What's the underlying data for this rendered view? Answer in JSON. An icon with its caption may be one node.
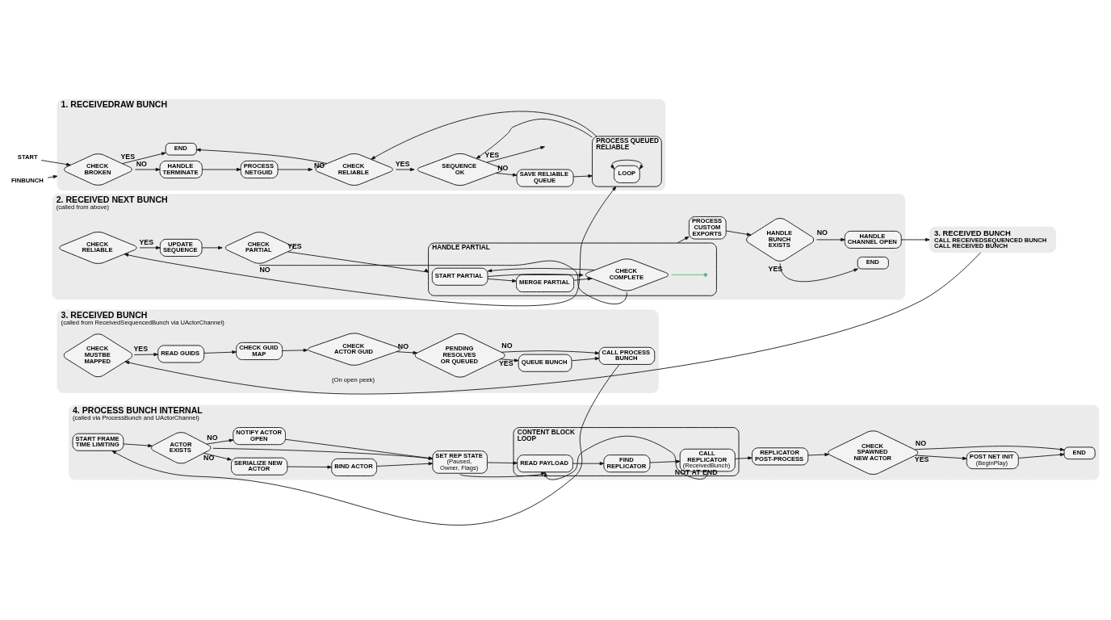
{
  "diagram": {
    "nodes": [
      {
        "text": [
          "START"
        ]
      },
      {
        "text": [
          "1. RECEIVEDRAW BUNCH"
        ]
      },
      {
        "text": [
          "FINBUNCH"
        ]
      },
      {
        "text": [
          "CHECK BROKEN"
        ],
        "in": 1
      },
      {
        "text": [
          "HANDLE TERMINATE"
        ],
        "in": 1
      },
      {
        "text": [
          "PROCESS NETGUID"
        ],
        "in": 1
      },
      {
        "text": [
          "CHECK RELIABLE"
        ],
        "in": 1
      },
      {
        "text": [
          "SEQUENCE OK"
        ],
        "in": 1
      },
      {
        "text": [
          "SAVE RELIABLE QUEUE"
        ],
        "in": 1
      },
      {
        "text": [
          "PROCESS QUEUED RELIABLE"
        ],
        "in": 1
      },
      {
        "text": [
          "LOOP"
        ],
        "in": 9
      },
      {
        "text": [
          "END"
        ],
        "in": 1
      },
      {
        "text": [
          "2. RECEIVED NEXT BUNCH",
          "(called from above)"
        ]
      },
      {
        "text": [
          "CHECK RELIABLE"
        ],
        "in": 12
      },
      {
        "text": [
          "UPDATE SEQUENCE"
        ],
        "in": 12
      },
      {
        "text": [
          "CHECK PARTIAL"
        ],
        "in": 12
      },
      {
        "text": [
          "HANDLE PARTIAL"
        ],
        "in": 12
      },
      {
        "text": [
          "START PARTIAL"
        ],
        "in": 16
      },
      {
        "text": [
          "MERGE PARTIAL"
        ],
        "in": 16
      },
      {
        "text": [
          "CHECK COMPLETE"
        ],
        "in": 16
      },
      {
        "text": [
          "PROCESS CUSTOM EXPORTS"
        ],
        "in": 12
      },
      {
        "text": [
          "HANDLE BUNCH EXISTS"
        ],
        "in": 12
      },
      {
        "text": [
          "END"
        ],
        "in": 12
      },
      {
        "text": [
          "HANDLE CHANNEL OPEN"
        ],
        "in": 12
      },
      {
        "text": [
          "3. RECEIVED BUNCH",
          "CALL RECEIVEDSEQUENCED BUNCH",
          "CALL RECEIVED BUNCH"
        ]
      },
      {
        "text": [
          "3. RECEIVED BUNCH",
          "(called from ReceivedSequencedBunch via UActorChannel)"
        ]
      },
      {
        "text": [
          "CHECK MUSTBE MAPPED"
        ],
        "in": 25
      },
      {
        "text": [
          "READ GUIDS"
        ],
        "in": 25
      },
      {
        "text": [
          "CHECK GUID MAP"
        ],
        "in": 25
      },
      {
        "text": [
          "CHECK ACTOR GUID"
        ],
        "in": 25,
        "beside": [
          "(On open peek)"
        ]
      },
      {
        "text": [
          "PENDING RESOLVES OR QUEUED"
        ],
        "in": 25
      },
      {
        "text": [
          "QUEUE BUNCH"
        ],
        "in": 25
      },
      {
        "text": [
          "CALL PROCESS BUNCH"
        ],
        "in": 25
      },
      {
        "text": [
          "4. PROCESS BUNCH INTERNAL",
          "(called via ProcessBunch and UActorChannel)"
        ]
      },
      {
        "text": [
          "START FRAME TIME LIMITING"
        ],
        "in": 33
      },
      {
        "text": [
          "ACTOR EXISTS"
        ],
        "in": 33
      },
      {
        "text": [
          "SERIALIZE NEW ACTOR"
        ],
        "in": 33
      },
      {
        "text": [
          "BIND ACTOR"
        ],
        "in": 33
      },
      {
        "text": [
          "NOTIFY ACTOR OPEN"
        ],
        "in": 33
      },
      {
        "text": [
          "SET REP STATE",
          "(Paused, Owner, Flags)"
        ],
        "in": 33
      },
      {
        "text": [
          "CONTENT BLOCK LOOP"
        ],
        "in": 33
      },
      {
        "text": [
          "READ PAYLOAD"
        ],
        "in": 40
      },
      {
        "text": [
          "FIND REPLICATOR"
        ],
        "in": 40
      },
      {
        "text": [
          "CALL REPLICATOR",
          "(ReceivedBunch)"
        ],
        "in": 40
      },
      {
        "text": [
          "REPLICATOR POST-PROCESS"
        ],
        "in": 33
      },
      {
        "text": [
          "CHECK SPAWNED NEW ACTOR"
        ],
        "in": 33
      },
      {
        "text": [
          "POST NET INIT",
          "(BeginPlay)"
        ],
        "in": 33
      },
      {
        "text": [
          "END"
        ],
        "in": 33
      }
    ],
    "edges": [
      {
        "from": 0,
        "to": 3,
        "arrow": "to"
      },
      {
        "from": 2,
        "to": 1,
        "arrow": "to"
      },
      {
        "from": 3,
        "to": 4,
        "arrow": "to",
        "label": "NO"
      },
      {
        "from": 3,
        "to": 11,
        "arrow": "to",
        "label": "YES"
      },
      {
        "from": 4,
        "to": 5,
        "arrow": "to"
      },
      {
        "from": 5,
        "to": 6,
        "arrow": "to"
      },
      {
        "from": 6,
        "to": 7,
        "arrow": "to",
        "label": "YES"
      },
      {
        "from": 6,
        "to": 11,
        "arrow": "to",
        "label": "NO"
      },
      {
        "from": 7,
        "to": 8,
        "arrow": "to",
        "label": "NO"
      },
      {
        "from": 7,
        "to": null,
        "arrow": "to",
        "label": "YES"
      },
      {
        "from": 8,
        "to": 9,
        "arrow": "to"
      },
      {
        "from": 9,
        "to": 7,
        "arrow": "to"
      },
      {
        "from": 9,
        "to": 6,
        "arrow": "to"
      },
      {
        "from": 10,
        "to": 10,
        "arrow": "both"
      },
      {
        "from": 9,
        "to": 13,
        "arrow": "both"
      },
      {
        "from": 13,
        "to": 14,
        "arrow": "to",
        "label": "YES"
      },
      {
        "from": 14,
        "to": 15,
        "arrow": "to"
      },
      {
        "from": 15,
        "to": 16,
        "arrow": "to",
        "label": "YES"
      },
      {
        "from": 15,
        "to": 19,
        "arrow": "none",
        "label": "NO"
      },
      {
        "from": 17,
        "to": 18,
        "arrow": "to"
      },
      {
        "from": 18,
        "to": 19,
        "arrow": "to"
      },
      {
        "from": 17,
        "to": 19,
        "arrow": "to"
      },
      {
        "from": 19,
        "to": 17,
        "arrow": "to"
      },
      {
        "from": 19,
        "to": null,
        "arrow": "other",
        "color": "#5cb87a"
      },
      {
        "from": 16,
        "to": 20,
        "arrow": "to"
      },
      {
        "from": 20,
        "to": 21,
        "arrow": "to"
      },
      {
        "from": 21,
        "to": 23,
        "arrow": "to",
        "label": "NO"
      },
      {
        "from": 21,
        "to": 22,
        "arrow": "to",
        "label": "YES"
      },
      {
        "from": 23,
        "to": 24,
        "arrow": "to"
      },
      {
        "from": 24,
        "to": 26,
        "arrow": "to"
      },
      {
        "from": 26,
        "to": 27,
        "arrow": "to",
        "label": "YES"
      },
      {
        "from": 27,
        "to": 28,
        "arrow": "to"
      },
      {
        "from": 28,
        "to": 29,
        "arrow": "to"
      },
      {
        "from": 29,
        "to": 30,
        "arrow": "to",
        "label": "NO"
      },
      {
        "from": 30,
        "to": 31,
        "arrow": "to",
        "label": "YES"
      },
      {
        "from": 31,
        "to": 32,
        "arrow": "to"
      },
      {
        "from": 30,
        "to": 32,
        "arrow": "to",
        "label": "NO"
      },
      {
        "from": 32,
        "to": 34,
        "arrow": "to"
      },
      {
        "from": 34,
        "to": 35,
        "arrow": "to"
      },
      {
        "from": 35,
        "to": 36,
        "arrow": "to",
        "label": "NO"
      },
      {
        "from": 35,
        "to": 38,
        "arrow": "to",
        "label": "NO"
      },
      {
        "from": 35,
        "to": 39,
        "arrow": "to"
      },
      {
        "from": 36,
        "to": 37,
        "arrow": "to"
      },
      {
        "from": 37,
        "to": 39,
        "arrow": "to"
      },
      {
        "from": 38,
        "to": 39,
        "arrow": "to"
      },
      {
        "from": 39,
        "to": 41,
        "arrow": "to"
      },
      {
        "from": 39,
        "to": 41,
        "arrow": "to"
      },
      {
        "from": 41,
        "to": 42,
        "arrow": "to"
      },
      {
        "from": 42,
        "to": 43,
        "arrow": "to"
      },
      {
        "from": 43,
        "to": 41,
        "arrow": "to",
        "label": "NOT AT END"
      },
      {
        "from": 43,
        "to": 44,
        "arrow": "to"
      },
      {
        "from": 44,
        "to": 45,
        "arrow": "to"
      },
      {
        "from": 45,
        "to": 46,
        "arrow": "to",
        "label": "YES"
      },
      {
        "from": 45,
        "to": 47,
        "arrow": "to",
        "label": "NO"
      },
      {
        "from": 46,
        "to": 47,
        "arrow": "to"
      }
    ]
  }
}
